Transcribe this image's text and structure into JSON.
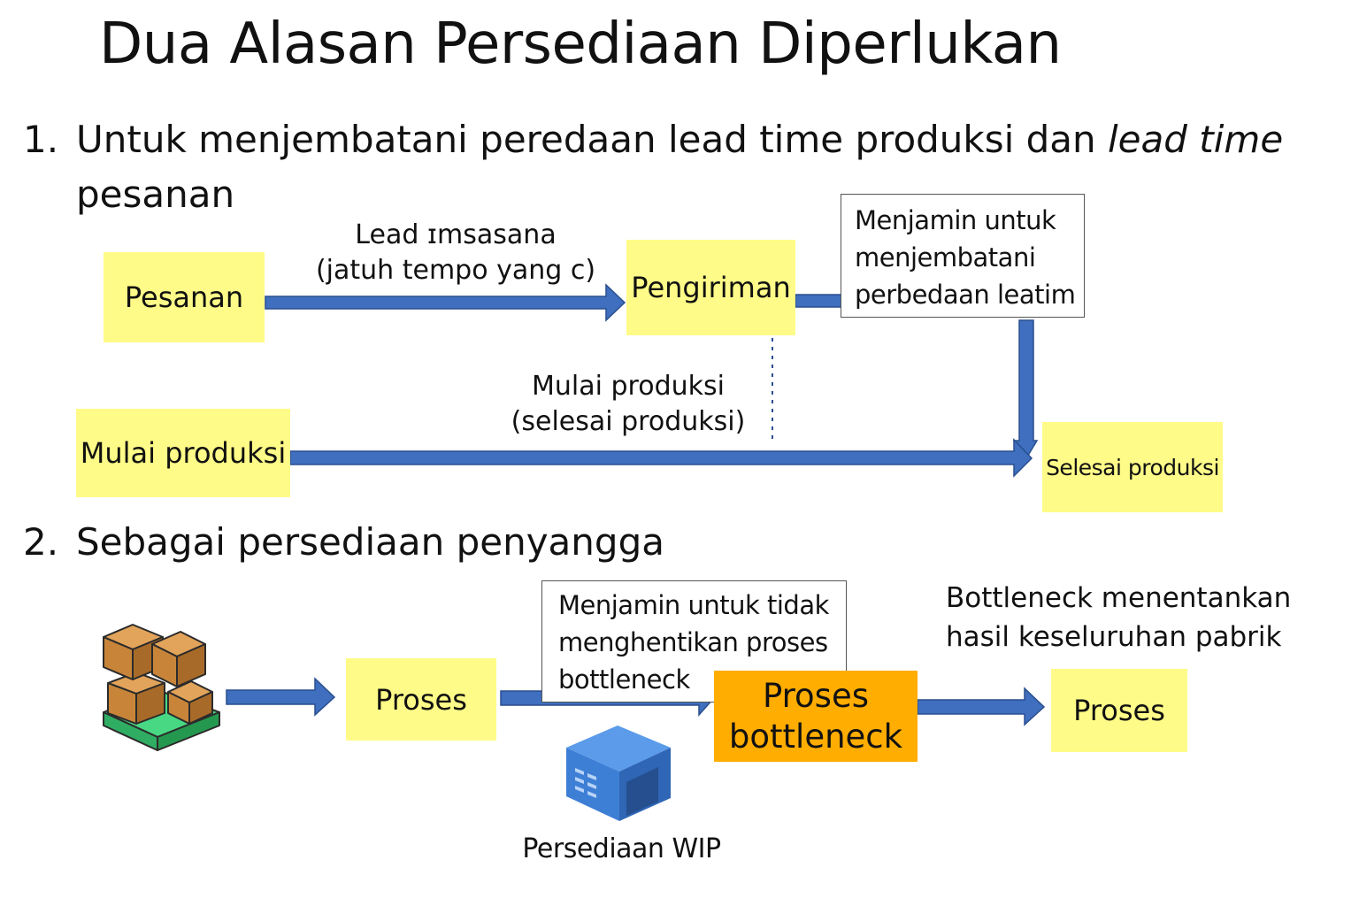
{
  "title": "Dua Alasan Persediaan Diperlukan",
  "point1": {
    "number": "1.",
    "text_a": "Untuk menjembatani peredaan lead time produksi dan ",
    "text_italic": "lead time",
    "text_b": "pesanan"
  },
  "flow1": {
    "order_note": "Pesanan",
    "delivery_note": "Pengiriman",
    "start_note": "Mulai produksi",
    "finish_note": "Selesai produksi",
    "lead_label_line1": "Lead ɪmsasana",
    "lead_label_line2": "(jatuh tempo yang c)",
    "prod_label_line1": "Mulai produksi",
    "prod_label_line2": "(selesai produksi)",
    "callout_lines": [
      "Menjamin untuk",
      "menjembatani",
      "perbedaan leatim"
    ]
  },
  "point2": {
    "number": "2.",
    "text": "Sebagai persediaan penyangga"
  },
  "flow2": {
    "process1": "Proses",
    "bottleneck_line1": "Proses",
    "bottleneck_line2": "bottleneck",
    "process2": "Proses",
    "callout_lines": [
      "Menjamin untuk tidak",
      "menghentikan proses",
      "bottleneck"
    ],
    "bottleneck_note_lines": [
      "Bottleneck menentankan",
      "hasil keseluruhan pabrik"
    ],
    "wip_label": "Persediaan WIP",
    "inventory_icon": "boxes-on-pallet-icon",
    "warehouse_icon": "warehouse-icon"
  },
  "colors": {
    "note_yellow": "#fffb88",
    "bottleneck_orange": "#ffad00",
    "arrow_blue": "#3f6fbe",
    "warehouse_blue": "#3e7fd6",
    "box_brown": "#c8853a",
    "pallet_green": "#3fcf7a"
  }
}
